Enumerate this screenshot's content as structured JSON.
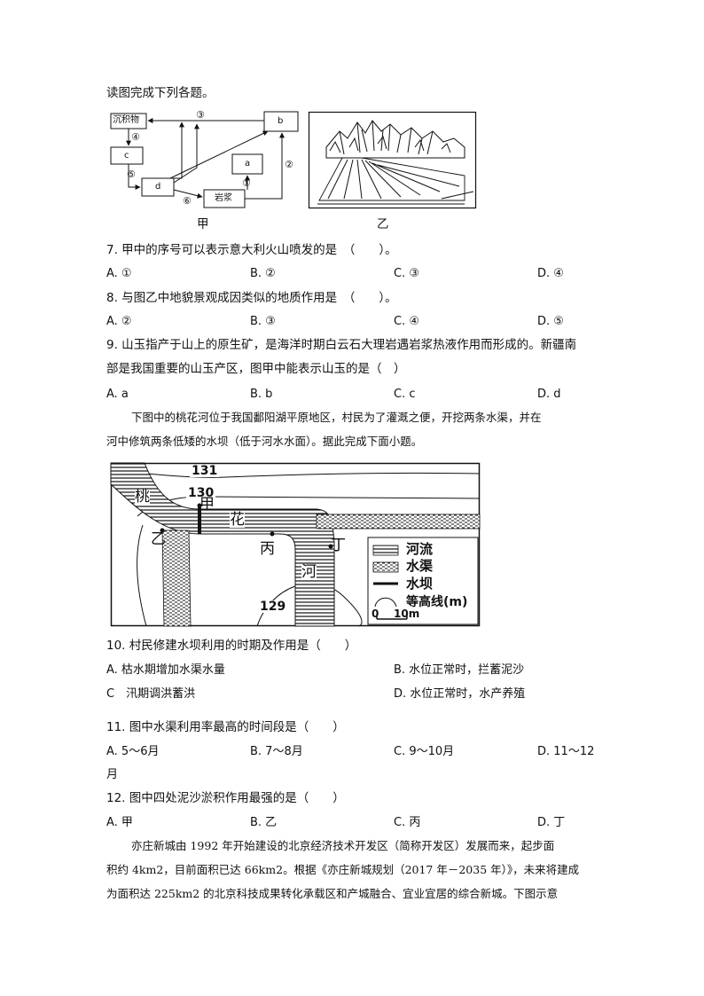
{
  "intro": "读图完成下列各题。",
  "diagram_jia": {
    "boxes": {
      "sediment": "沉积物",
      "b": "b",
      "c": "c",
      "a": "a",
      "d": "d",
      "magma": "岩浆"
    },
    "arrows": {
      "n1": "①",
      "n2": "②",
      "n3": "③",
      "n4": "④",
      "n5": "⑤",
      "n6": "⑥"
    },
    "caption": "甲"
  },
  "image_yi": {
    "caption": "乙"
  },
  "q7": {
    "stem": "7. 甲中的序号可以表示意大利火山喷发的是　（　　）。",
    "options": [
      "A. ①",
      "B. ②",
      "C. ③",
      "D. ④"
    ]
  },
  "q8": {
    "stem": "8. 与图乙中地貌景观成因类似的地质作用是　（　　）。",
    "options": [
      "A. ②",
      "B. ③",
      "C. ④",
      "D. ⑤"
    ]
  },
  "q9": {
    "line1": "9. 山玉指产于山上的原生矿，是海洋时期白云石大理岩遇岩浆热液作用而形成的。新疆南",
    "line2": "部是我国重要的山玉产区，图甲中能表示山玉的是（　）",
    "options": [
      "A. a",
      "B. b",
      "C. c",
      "D. d"
    ]
  },
  "passage2": {
    "line1": "下图中的桃花河位于我国鄱阳湖平原地区，村民为了灌溉之便，开挖两条水渠，并在",
    "line2": "河中修筑两条低矮的水坝（低于河水水面）。据此完成下面小题。"
  },
  "map": {
    "contours": {
      "c131": "131",
      "c130": "130",
      "c129": "129"
    },
    "river_chars": {
      "tao": "桃",
      "hua": "花",
      "he": "河"
    },
    "points": {
      "jia": "甲",
      "yi": "乙",
      "bing": "丙",
      "ding": "丁"
    },
    "legend": {
      "river": "河流",
      "canal": "水渠",
      "dam": "水坝",
      "contour": "等高线(m)",
      "scale": "10m",
      "zero": "0"
    }
  },
  "q10": {
    "stem": "10. 村民修建水坝利用的时期及作用是（　　）",
    "options": [
      "A. 枯水期增加水渠水量",
      "B. 水位正常时，拦蓄泥沙",
      "C　汛期调洪蓄洪",
      "D. 水位正常时，水产养殖"
    ]
  },
  "q11": {
    "stem": "11. 图中水渠利用率最高的时间段是（　　）",
    "options": [
      "A. 5～6月",
      "B. 7～8月",
      "C. 9～10月",
      "D. 11～12"
    ],
    "wrap": "月"
  },
  "q12": {
    "stem": "12. 图中四处泥沙淤积作用最强的是（　　）",
    "options": [
      "A. 甲",
      "B. 乙",
      "C. 丙",
      "D. 丁"
    ]
  },
  "passage3": {
    "line1": "亦庄新城由 1992 年开始建设的北京经济技术开发区（简称开发区）发展而来，起步面",
    "line2": "积约 4km2，目前面积已达 66km2。根据《亦庄新城规划（2017 年－2035 年）》，未来将建成",
    "line3": "为面积达 225km2 的北京科技成果转化承载区和产城融合、宜业宜居的综合新城。下图示意"
  }
}
